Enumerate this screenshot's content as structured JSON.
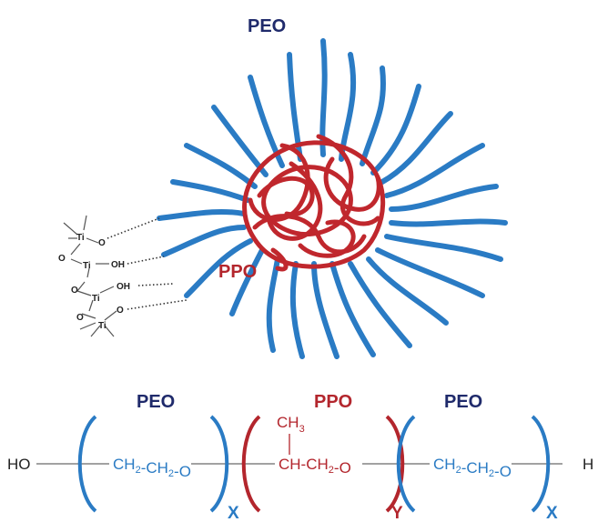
{
  "micelle": {
    "corona_label": "PEO",
    "core_label": "PPO",
    "colors": {
      "peo": "#2a7bc4",
      "ppo": "#c0272d",
      "peo_text": "#1f2a6b"
    }
  },
  "titania": {
    "atoms": [
      "Ti",
      "O",
      "O",
      "Ti",
      "OH",
      "O",
      "Ti",
      "OH",
      "O",
      "Ti",
      "O"
    ]
  },
  "formula": {
    "block_labels": [
      "PEO",
      "PPO",
      "PEO"
    ],
    "left_end": "HO",
    "right_end": "H",
    "methyl": "CH3",
    "methyl_base": "CH",
    "methyl_sub": "3",
    "peo_unit_1": "CH2-CH2-O",
    "peo_unit_2": "CH2-CH2-O",
    "ppo_unit": "CH-CH2-O",
    "subscript_x1": "X",
    "subscript_y": "Y",
    "subscript_x2": "X"
  }
}
